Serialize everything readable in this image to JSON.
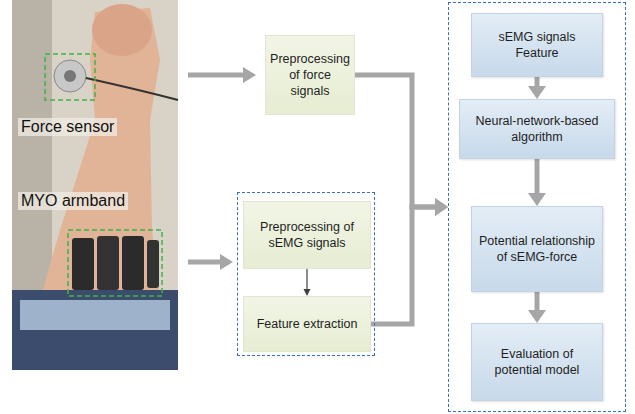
{
  "diagram": {
    "nodes": [
      {
        "text": [
          "Preprocessing of force signals"
        ]
      },
      {
        "text": []
      },
      {
        "text": [
          "Preprocessing of sEMG signals"
        ],
        "in": 1
      },
      {
        "text": [
          "Feature extraction"
        ],
        "in": 1
      },
      {
        "text": []
      },
      {
        "text": [
          "sEMG signals Feature"
        ],
        "in": 4
      },
      {
        "text": [
          "Neural-network-based algorithm"
        ],
        "in": 4
      },
      {
        "text": [
          "Potential relationship of sEMG-force"
        ],
        "in": 4
      },
      {
        "text": [
          "Evaluation of potential model"
        ],
        "in": 4
      }
    ],
    "edges": [
      {
        "from": 2,
        "to": 3,
        "arrow": "to"
      },
      {
        "from": 0,
        "to": 4,
        "arrow": "to"
      },
      {
        "from": 3,
        "to": 4,
        "arrow": "to"
      },
      {
        "from": 5,
        "to": 6,
        "arrow": "to"
      },
      {
        "from": 6,
        "to": 7,
        "arrow": "to"
      },
      {
        "from": 7,
        "to": 8,
        "arrow": "to"
      }
    ],
    "labels": [
      "Force sensor",
      "MYO armband"
    ]
  }
}
